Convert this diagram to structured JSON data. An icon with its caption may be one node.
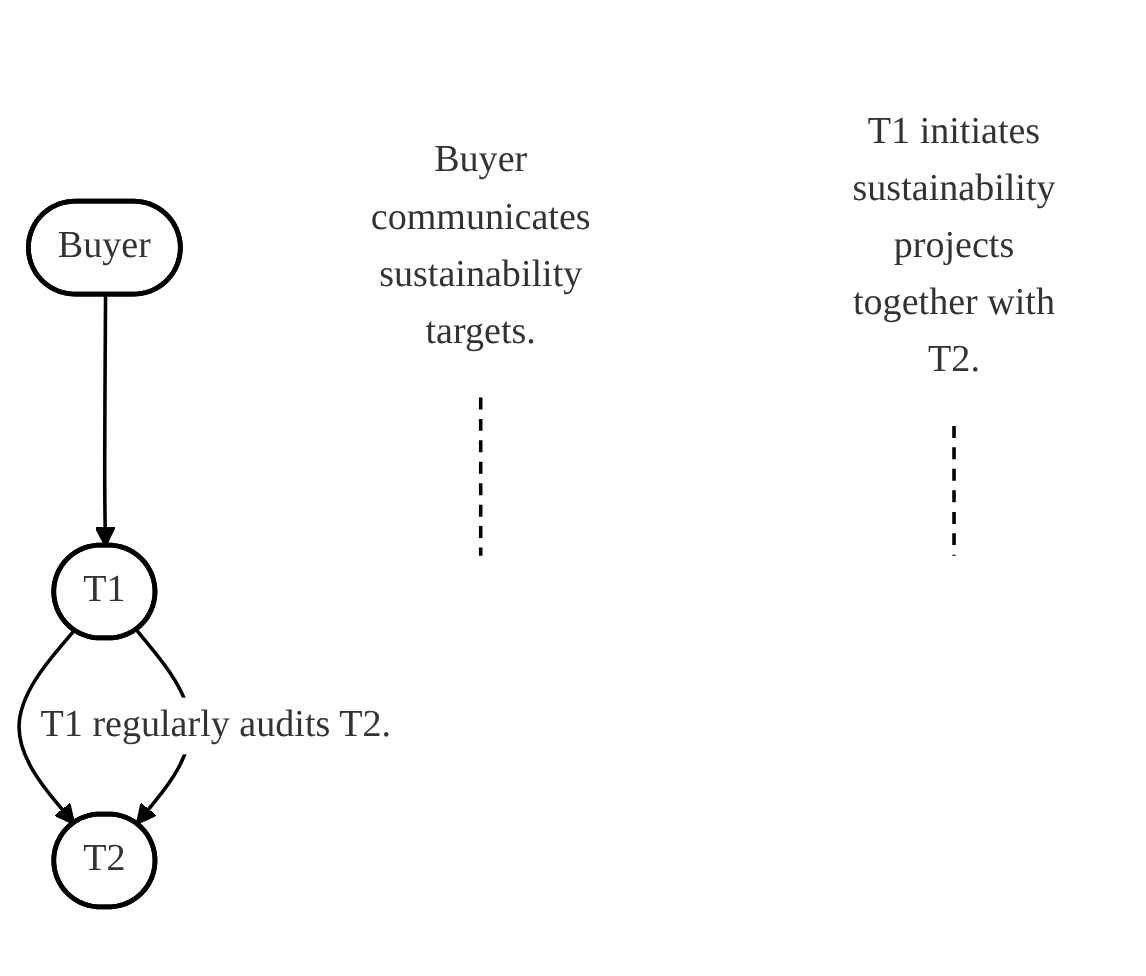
{
  "diagram": {
    "nodes": [
      {
        "text": [
          "Buyer"
        ]
      },
      {
        "text": [
          "T1"
        ]
      },
      {
        "text": [
          "T2"
        ]
      },
      {
        "text": [
          "Buyer communicates sustainability targets."
        ]
      },
      {
        "text": [
          "T1 initiates sustainability projects together with T2."
        ]
      }
    ],
    "edges": [
      {
        "from": 0,
        "to": 1,
        "arrow": "to"
      },
      {
        "from": 1,
        "to": 2,
        "arrow": "to"
      },
      {
        "from": 1,
        "to": 2,
        "arrow": "to",
        "label": "T1 regularly audits T2."
      },
      {
        "from": 3,
        "to": null,
        "arrow": "none",
        "style": "dashed"
      },
      {
        "from": 4,
        "to": null,
        "arrow": "none",
        "style": "dashed"
      }
    ]
  }
}
